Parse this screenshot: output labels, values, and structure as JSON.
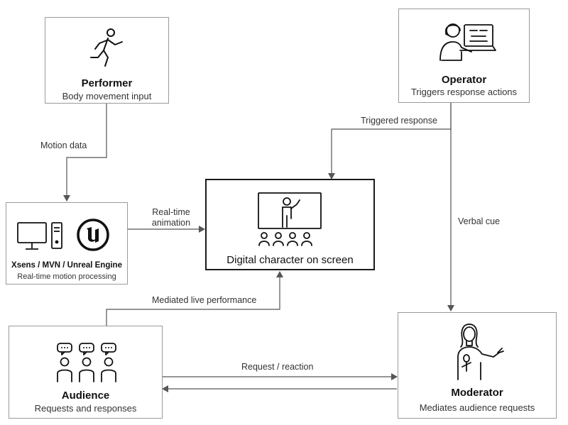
{
  "nodes": {
    "performer": {
      "title": "Performer",
      "subtitle": "Body movement input"
    },
    "operator": {
      "title": "Operator",
      "subtitle": "Triggers response actions"
    },
    "processing": {
      "title": "Xsens / MVN / Unreal Engine",
      "subtitle": "Real-time motion processing"
    },
    "screen": {
      "title": "Digital character on screen"
    },
    "audience": {
      "title": "Audience",
      "subtitle": "Requests and responses"
    },
    "moderator": {
      "title": "Moderator",
      "subtitle": "Mediates audience requests"
    }
  },
  "edges": {
    "motion_data": "Motion data",
    "realtime_line1": "Real-time",
    "realtime_line2": "animation",
    "triggered_response": "Triggered response",
    "verbal_cue": "Verbal cue",
    "mediated_live": "Mediated live performance",
    "request_reaction": "Request / reaction"
  },
  "icons": {
    "performer": "running-person-icon",
    "operator": "operator-laptop-icon",
    "processing": [
      "desktop-computer-icon",
      "unreal-engine-logo-icon"
    ],
    "screen": "presenter-screen-icon",
    "audience": "audience-speech-icon",
    "moderator": "moderator-microphone-icon"
  },
  "colors": {
    "line": "#555555",
    "box_border": "#9a9a9a",
    "main_border": "#1a1a1a"
  }
}
